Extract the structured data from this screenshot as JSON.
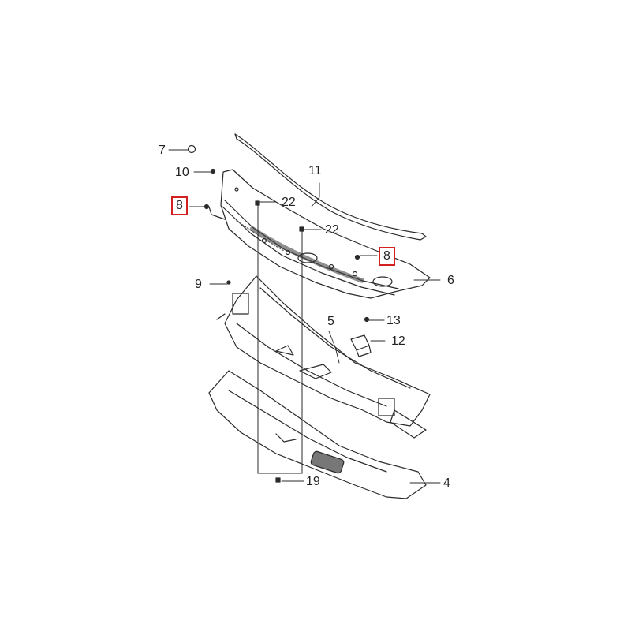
{
  "diagram": {
    "callouts": [
      {
        "id": "c7",
        "label": "7",
        "highlighted": false
      },
      {
        "id": "c10",
        "label": "10",
        "highlighted": false
      },
      {
        "id": "c8a",
        "label": "8",
        "highlighted": true
      },
      {
        "id": "c11",
        "label": "11",
        "highlighted": false
      },
      {
        "id": "c22a",
        "label": "22",
        "highlighted": false
      },
      {
        "id": "c22b",
        "label": "22",
        "highlighted": false
      },
      {
        "id": "c8b",
        "label": "8",
        "highlighted": true
      },
      {
        "id": "c6",
        "label": "6",
        "highlighted": false
      },
      {
        "id": "c9",
        "label": "9",
        "highlighted": false
      },
      {
        "id": "c5",
        "label": "5",
        "highlighted": false
      },
      {
        "id": "c13",
        "label": "13",
        "highlighted": false
      },
      {
        "id": "c12",
        "label": "12",
        "highlighted": false
      },
      {
        "id": "c19",
        "label": "19",
        "highlighted": false
      },
      {
        "id": "c4",
        "label": "4",
        "highlighted": false
      }
    ],
    "colors": {
      "line": "#2a2a2a",
      "part_fill": "#ffffff",
      "shade": "#9a9a9a",
      "highlight": "#d32020"
    }
  }
}
